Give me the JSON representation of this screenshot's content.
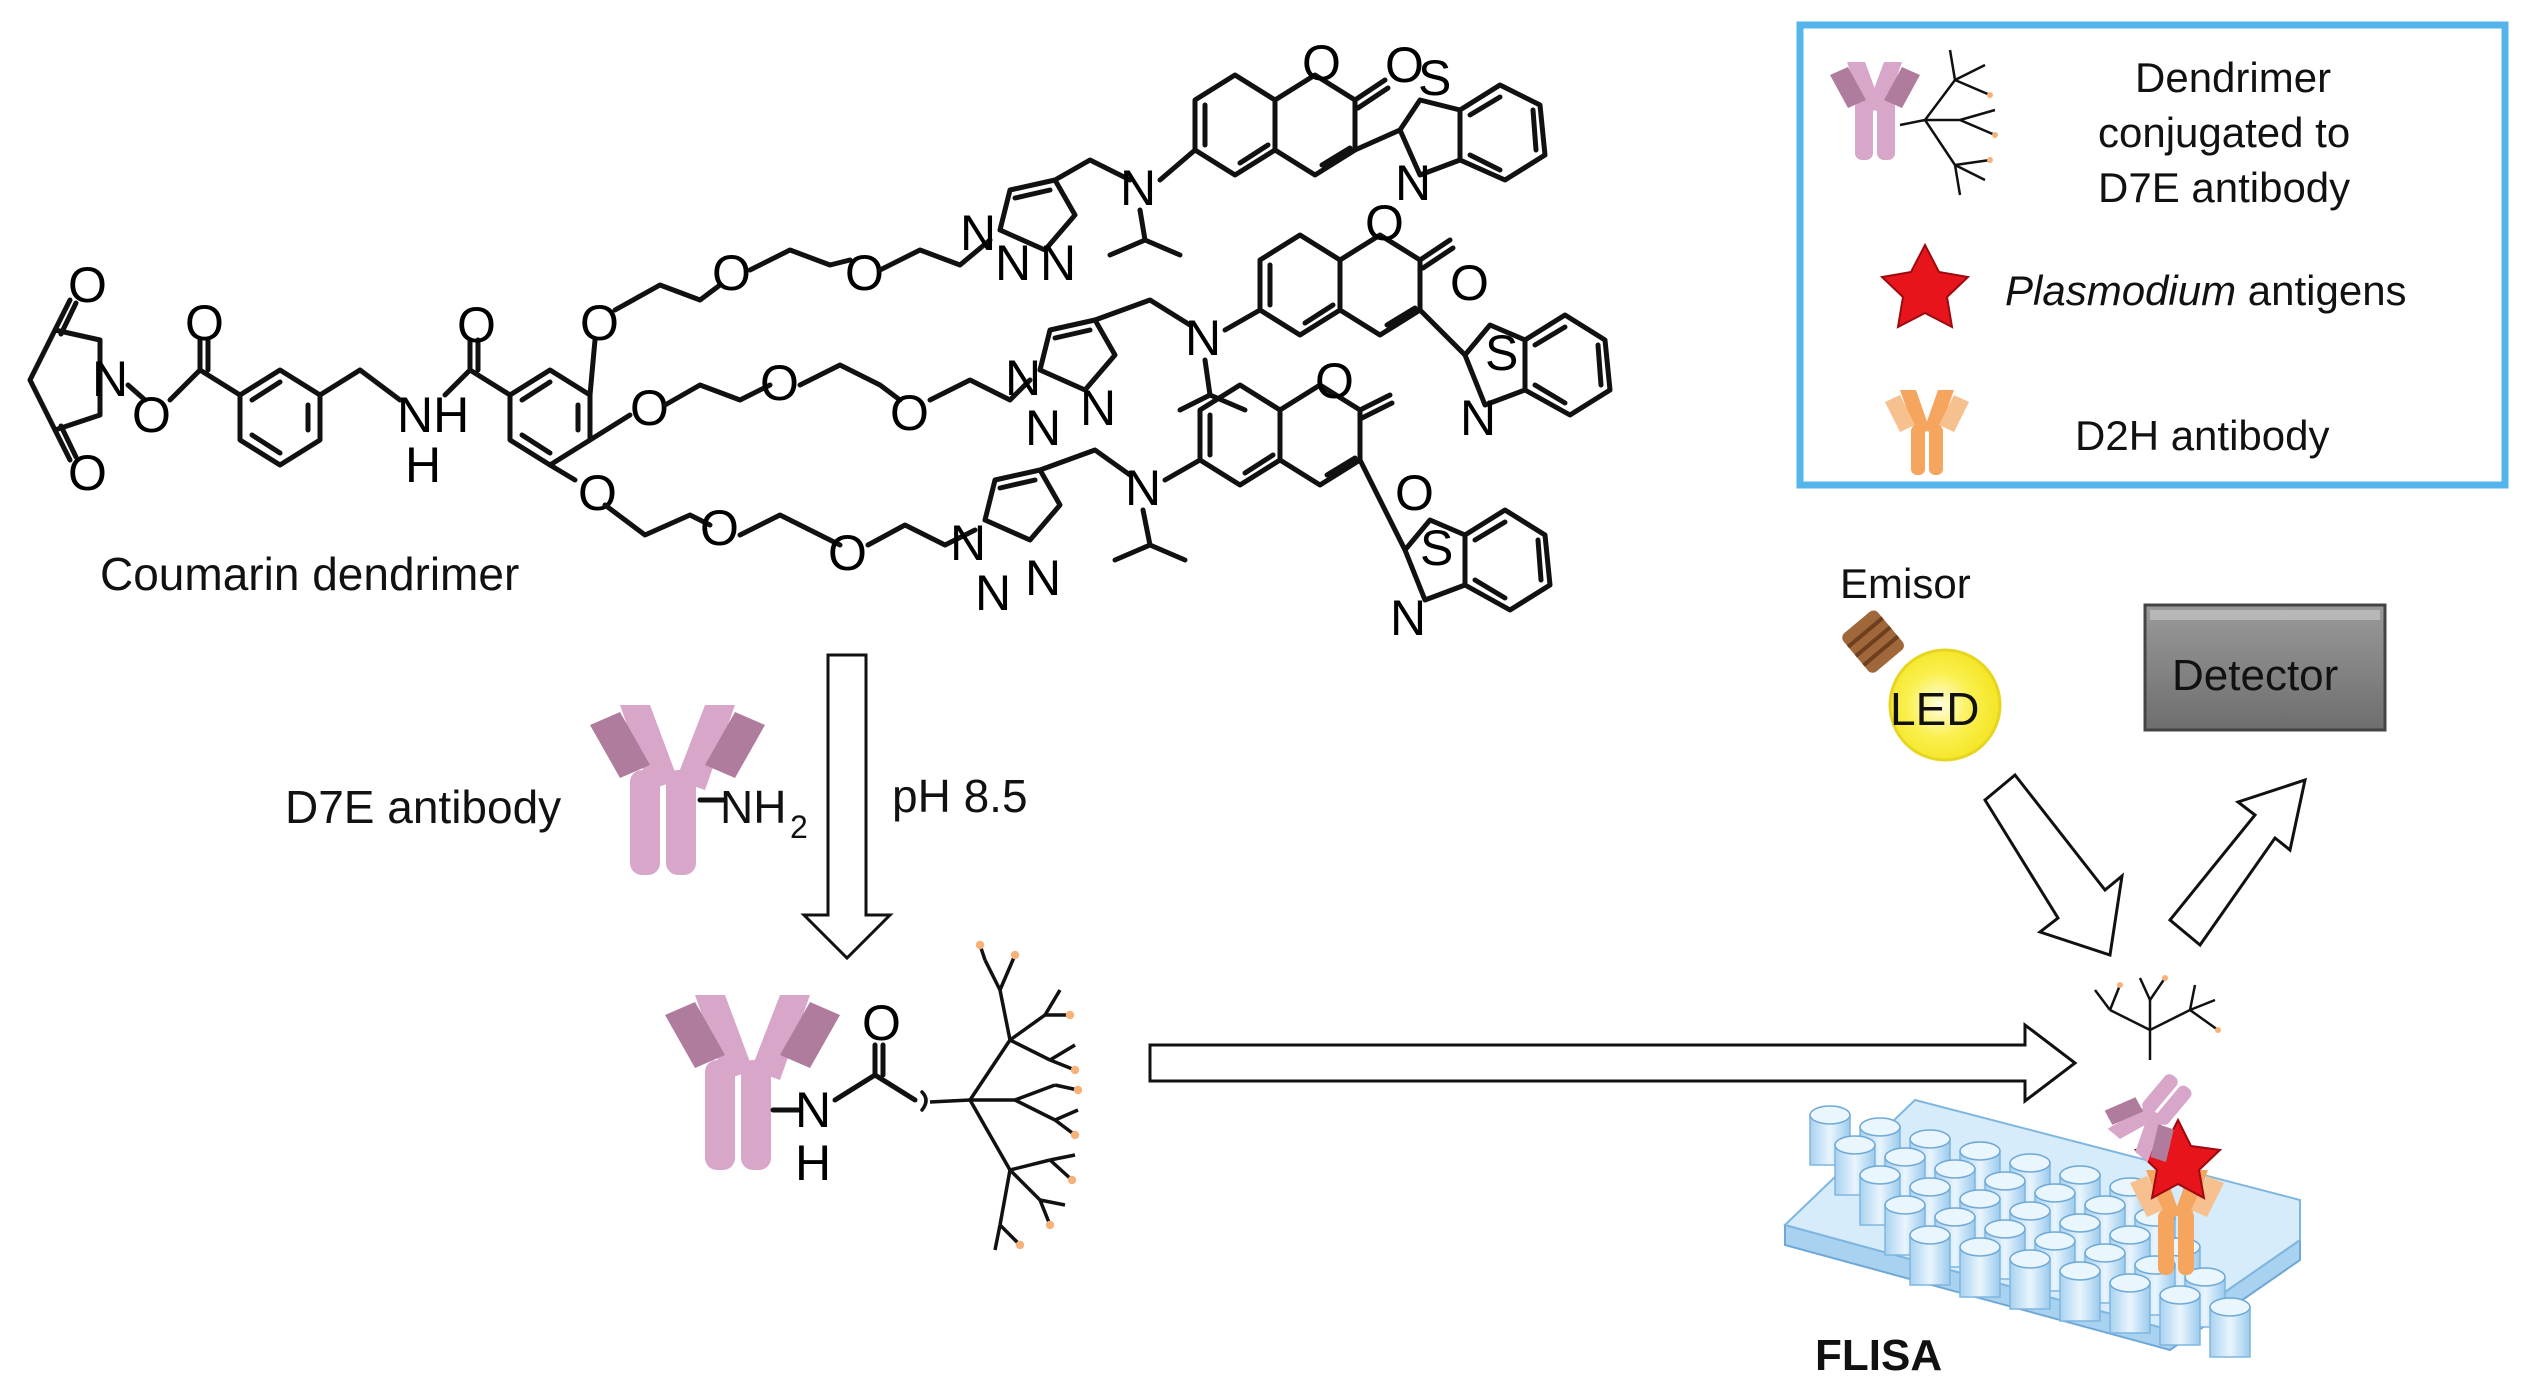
{
  "title_label": "Coumarin dendrimer",
  "reaction": {
    "reagent_label": "D7E antibody",
    "amine_label": "NH",
    "amine_subscript": "2",
    "condition_label": "pH 8.5"
  },
  "atoms": {
    "O": "O",
    "N": "N",
    "S": "S",
    "H": "H",
    "NH": "NH"
  },
  "legend": {
    "item1_line1": "Dendrimer",
    "item1_line2": "conjugated to",
    "item1_line3": "D7E antibody",
    "item2_italic": "Plasmodium",
    "item2_rest": " antigens",
    "item3": "D2H antibody"
  },
  "setup": {
    "emisor_label": "Emisor",
    "led_label": "LED",
    "detector_label": "Detector",
    "plate_label": "FLISA"
  },
  "colors": {
    "antibody_pink": "#d7a6c8",
    "antibody_pink_dark": "#b07c9e",
    "dendrimer_tip": "#f7b27a",
    "antigen_star": "#e8141c",
    "d2h_orange": "#f6a55e",
    "legend_border": "#54b4ec",
    "detector_gray": "#888888",
    "plate_blue": "#cfe6f7",
    "led_yellow": "#f9ef3b"
  }
}
